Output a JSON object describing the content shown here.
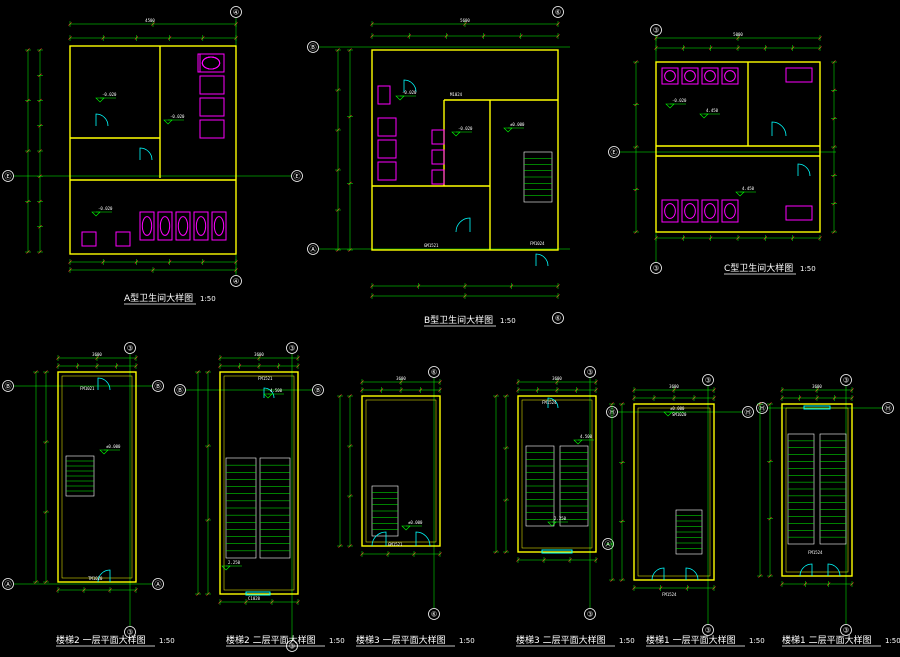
{
  "drawings": [
    {
      "id": "a-toilet",
      "caption": "A型卫生间大样图",
      "scale": "1:50",
      "grid_top": "④",
      "grid_left": "Ⓔ",
      "grid_right": "Ⓔ",
      "grid_bottom": "④",
      "dim_top": "4500",
      "levels": [
        "-0.020",
        "-0.020",
        "-0.020"
      ]
    },
    {
      "id": "b-toilet",
      "caption": "B型卫生间大样图",
      "scale": "1:50",
      "grid_top": "⑥",
      "grid_left": "Ⓑ",
      "grid_left2": "Ⓐ",
      "grid_bottom": "⑥",
      "dim_top": "5600",
      "levels": [
        "-0.020",
        "-0.020",
        "±0.000"
      ],
      "door_labels": [
        "GM1521",
        "M1024",
        "FM1024"
      ]
    },
    {
      "id": "c-toilet",
      "caption": "C型卫生间大样图",
      "scale": "1:50",
      "grid_top": "③",
      "grid_left": "Ⓔ",
      "grid_bottom": "③",
      "dim_top": "5000",
      "levels": [
        "-0.020",
        "4.450",
        "4.450"
      ]
    },
    {
      "id": "stair2-1f",
      "caption": "楼梯2 一层平面大样图",
      "scale": "1:50",
      "grid_top": "③",
      "grid_left": "Ⓑ",
      "grid_left2": "Ⓐ",
      "grid_right": "Ⓑ",
      "grid_right2": "Ⓐ",
      "grid_bottom": "③",
      "dim_top": "3600",
      "levels": [
        "±0.000"
      ],
      "door_labels": [
        "FM1021",
        "TM1020"
      ]
    },
    {
      "id": "stair2-2f",
      "caption": "楼梯2 二层平面大样图",
      "scale": "1:50",
      "grid_top": "③",
      "grid_left": "Ⓑ",
      "grid_right": "Ⓑ",
      "grid_bottom": "③",
      "dim_top": "3600",
      "levels": [
        "4.500",
        "2.250"
      ],
      "door_labels": [
        "FM1521",
        "C1020"
      ]
    },
    {
      "id": "stair3-1f",
      "caption": "楼梯3 一层平面大样图",
      "scale": "1:50",
      "grid_top": "⑥",
      "grid_bottom": "⑥",
      "dim_top": "3600",
      "levels": [
        "±0.000"
      ],
      "door_labels": [
        "GM1521"
      ]
    },
    {
      "id": "stair3-2f",
      "caption": "楼梯3 二层平面大样图",
      "scale": "1:50",
      "grid_top": "③",
      "grid_left": "Ⓐ",
      "grid_bottom": "③",
      "dim_top": "3600",
      "levels": [
        "4.500",
        "2.250"
      ],
      "door_labels": [
        "FM1524"
      ]
    },
    {
      "id": "stair1-1f",
      "caption": "楼梯1 一层平面大样图",
      "scale": "1:50",
      "grid_top": "③",
      "grid_left": "Ⓗ",
      "grid_right": "Ⓗ",
      "grid_bottom": "③",
      "dim_top": "3600",
      "levels": [
        "±0.000"
      ],
      "door_labels": [
        "SM1020",
        "FM1524"
      ]
    },
    {
      "id": "stair1-2f",
      "caption": "楼梯1 二层平面大样图",
      "scale": "1:50",
      "grid_top": "③",
      "grid_left": "Ⓗ",
      "grid_right": "Ⓗ",
      "grid_bottom": "③",
      "dim_top": "3600",
      "levels": [],
      "door_labels": [
        "FM1524"
      ]
    }
  ]
}
